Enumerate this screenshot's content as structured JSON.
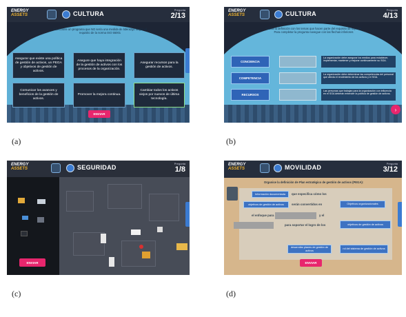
{
  "panels": {
    "a": {
      "caption": "(a)",
      "logo": {
        "line1": "ENERGY",
        "line2": "ASSETS"
      },
      "category": "CULTURA",
      "question_label": "Pregunta",
      "question_num": "2/13",
      "instruction": "Seleccione un programa que NO sería una medida de liderazgo según el requisito de la norma ISO 55001",
      "options": [
        "Asegurar que existe una política de gestión de activos, un PEGA y objetivos de gestión de activos.",
        "Asegure que haya integración de la gestión de activos con los procesos de la organización.",
        "Asegurar recursos para la gestión de activos.",
        "Comunicar los avances y beneficios de la gestión de activos.",
        "Promover la mejora continua.",
        "Cambiar todos los activos viejos por nuevos de última tecnología."
      ],
      "submit": "ENVIAR"
    },
    "b": {
      "caption": "(b)",
      "logo": {
        "line1": "ENERGY",
        "line2": "ASSETS"
      },
      "category": "CULTURA",
      "question_label": "Pregunta",
      "question_num": "4/13",
      "instruction": "Asocia la definición con los temas que hacen parte del requisito de soporte. Para completar la pregunta navegue con las flechas inferiores",
      "concepts": [
        "CONCIENCIA",
        "COMPETENCIA",
        "RECURSOS"
      ],
      "definitions": [
        "La organización debe asegurar los medios para establecer, implementar, mantener y mejorar continuamente su SGA.",
        "La organización debe determinar las competencias del personal que afecta el rendimiento de los activos y el SGA.",
        "Las personas que trabajan para la organización con influencia en el SGA deberán entender la política de gestión de activos."
      ]
    },
    "c": {
      "caption": "(c)",
      "logo": {
        "line1": "ENERGY",
        "line2": "ASSETS"
      },
      "category": "SEGURIDAD",
      "question_label": "Pregunta",
      "question_num": "1/8",
      "submit": "ENVIAR"
    },
    "d": {
      "caption": "(d)",
      "logo": {
        "line1": "ENERGY",
        "line2": "ASSETS"
      },
      "category": "MOVILIDAD",
      "question_label": "Pregunta",
      "question_num": "3/12",
      "instruction": "Organice la definición de Plan estratégico de gestión de activos (PEGA):",
      "sentence": {
        "t1": "que especifica cómo los",
        "t2": "serán convertidos en",
        "t3": "el enfoque para",
        "t4": "y el",
        "t5": "para soportar el logro de los"
      },
      "terms": [
        "Información documentada",
        "objetivos de gestión de activos",
        "Objetivos organizacionales",
        "objetivos de gestión de activos",
        "desarrollar planes de gestión de activos",
        "rol del sistema de gestión de activos"
      ],
      "submit": "ENVIAR"
    }
  }
}
